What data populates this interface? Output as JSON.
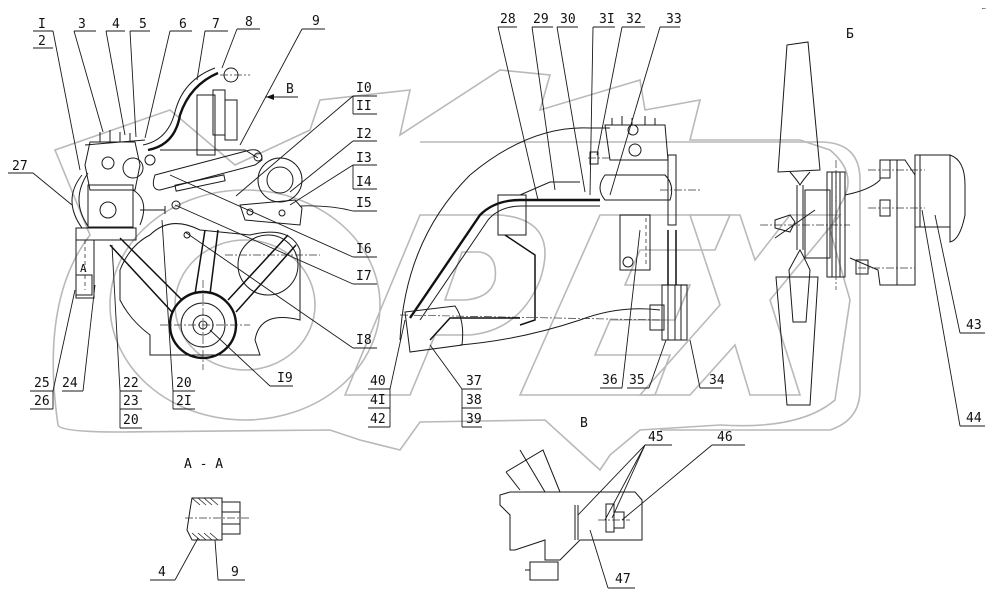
{
  "diagram": {
    "type": "exploded-parts-diagram",
    "subject": "Engine accessory drive / compressor & fan mounting",
    "watermark_text": "OPEX",
    "corner_mark": "…",
    "views": {
      "main_view": "",
      "view_b_arrow_label": "В",
      "view_b_label": "Б",
      "view_v_label": "В",
      "section_label": "А - А",
      "section_marker": "А"
    },
    "callouts": {
      "c1": "I",
      "c2": "2",
      "c3": "3",
      "c4": "4",
      "c5": "5",
      "c6": "6",
      "c7": "7",
      "c8": "8",
      "c9": "9",
      "c10": "I0",
      "c11": "II",
      "c12": "I2",
      "c13": "I3",
      "c14": "I4",
      "c15": "I5",
      "c16": "I6",
      "c17": "I7",
      "c18": "I8",
      "c19": "I9",
      "c20a": "20",
      "c21": "2I",
      "c22": "22",
      "c23": "23",
      "c20b": "20",
      "c24": "24",
      "c25": "25",
      "c26": "26",
      "c27": "27",
      "c28": "28",
      "c29": "29",
      "c30": "30",
      "c31": "3I",
      "c32": "32",
      "c33": "33",
      "c34": "34",
      "c35": "35",
      "c36": "36",
      "c37": "37",
      "c38": "38",
      "c39": "39",
      "c40": "40",
      "c41": "4I",
      "c42": "42",
      "c43": "43",
      "c44": "44",
      "c45": "45",
      "c46": "46",
      "c47": "47",
      "s4": "4",
      "s9": "9"
    }
  }
}
